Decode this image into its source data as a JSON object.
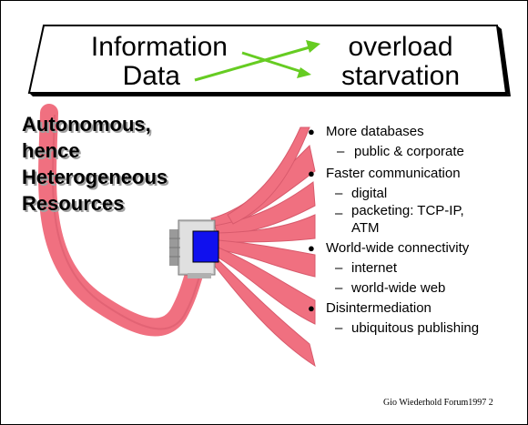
{
  "banner": {
    "left_top": "Information",
    "left_bottom": "Data",
    "right_top": "overload",
    "right_bottom": "starvation",
    "arrow_color": "#66cc22"
  },
  "side_heading": [
    "Autonomous,",
    "hence",
    "Heterogeneous",
    "Resources"
  ],
  "bullets": [
    {
      "text": "More databases",
      "subs": [
        "public & corporate"
      ]
    },
    {
      "text": "Faster communication",
      "subs": [
        "digital",
        "packeting: TCP-IP,",
        "ATM"
      ]
    },
    {
      "text": "World-wide connectivity",
      "subs": [
        "internet",
        "world-wide web"
      ]
    },
    {
      "text": "Disintermediation",
      "subs": [
        "ubiquitous publishing"
      ]
    }
  ],
  "footer": "Gio Wiederhold Forum1997  2",
  "colors": {
    "cable": "#f07080",
    "screen": "#1010ee",
    "monitor": "#c8c8c8"
  }
}
